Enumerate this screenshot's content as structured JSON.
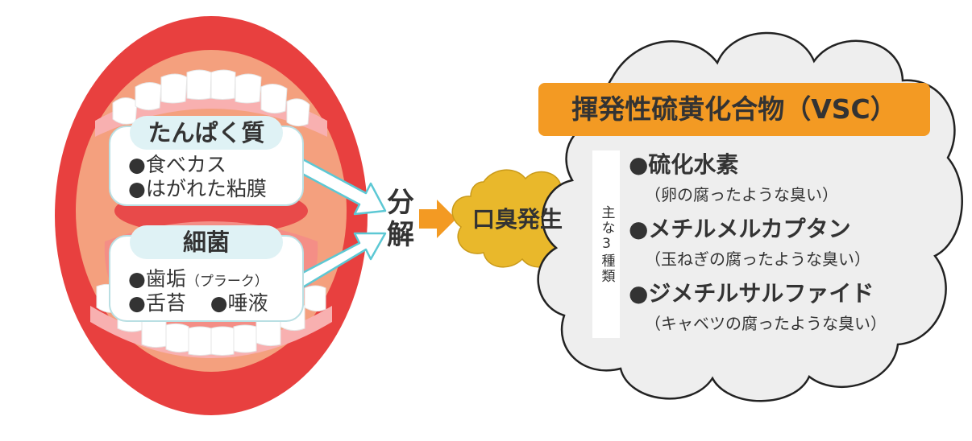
{
  "sources": {
    "protein": {
      "title": "たんぱく質",
      "items": [
        "●食べカス",
        "●はがれた粘膜"
      ]
    },
    "bacteria": {
      "title": "細菌",
      "item1": "●歯垢",
      "item1_note": "（プラーク）",
      "item2a": "●舌苔",
      "item2b": "●唾液"
    }
  },
  "process": {
    "decomposition": [
      "分",
      "解"
    ],
    "result": "口臭発生"
  },
  "vsc": {
    "title": "揮発性硫黄化合物（VSC）",
    "side_label": "主な3種類",
    "compounds": [
      {
        "name": "●硫化水素",
        "desc": "（卵の腐ったような臭い）"
      },
      {
        "name": "●メチルメルカプタン",
        "desc": "（玉ねぎの腐ったような臭い）"
      },
      {
        "name": "●ジメチルサルファイド",
        "desc": "（キャベツの腐ったような臭い）"
      }
    ]
  },
  "colors": {
    "lips": "#e8403f",
    "mouth_inside": "#f4a07e",
    "throat": "#e84a4a",
    "teeth": "#ffffff",
    "gums": "#f8b0b0",
    "arrow_outline": "#5cc8d4",
    "orange_accent": "#f39a23",
    "odor_cloud": "#e9b82b",
    "vsc_cloud": "#eeeeee",
    "cloud_outline": "#222222"
  }
}
